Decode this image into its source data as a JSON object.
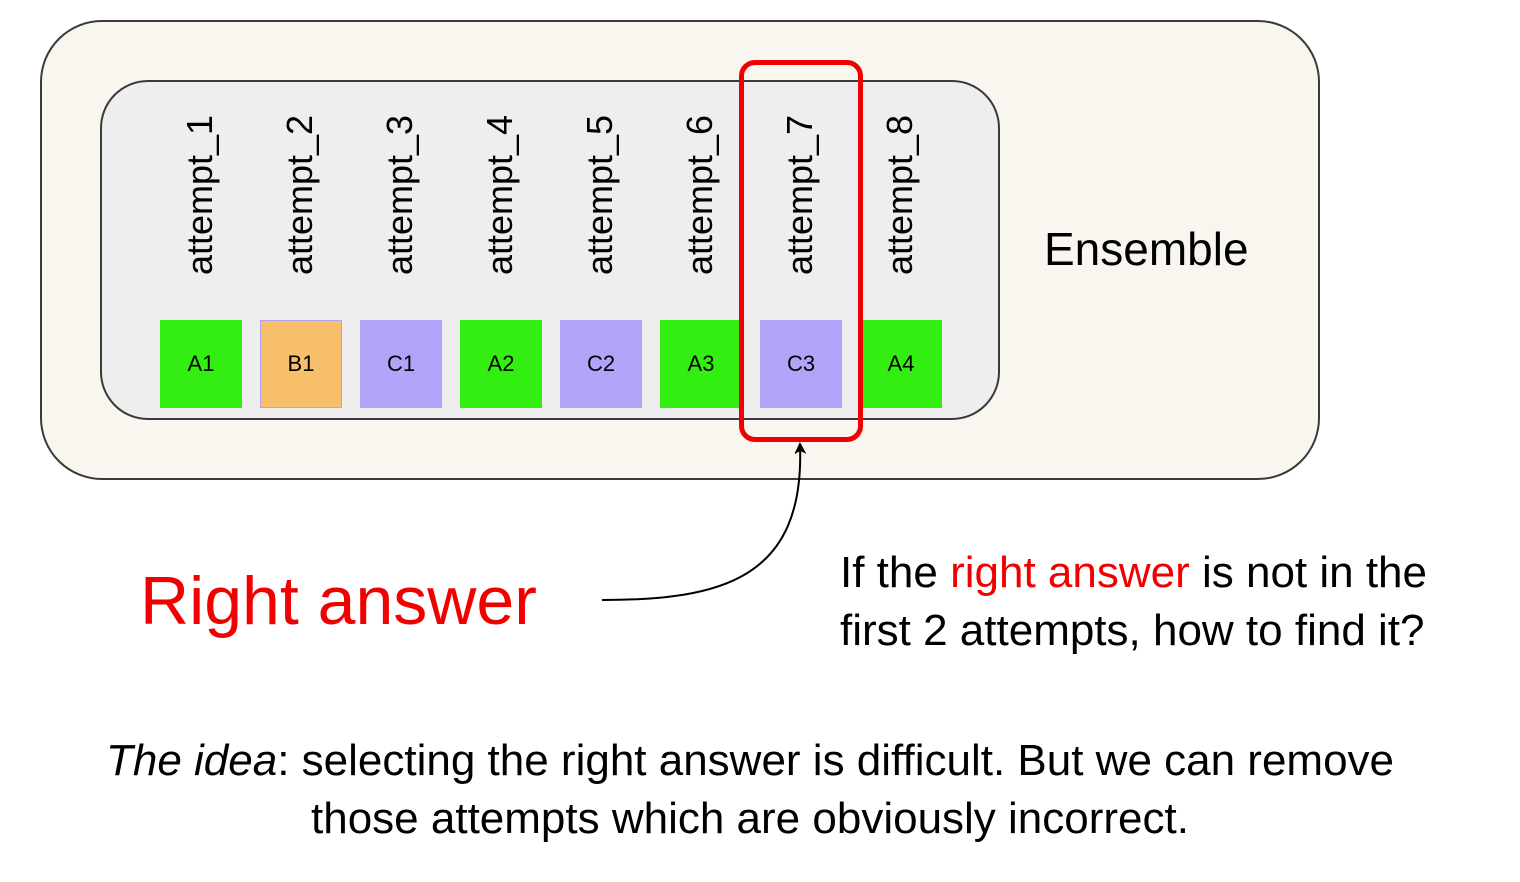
{
  "ensemble_label": "Ensemble",
  "attempts": [
    {
      "label": "attempt_1",
      "answer": "A1",
      "color": "#33ee11"
    },
    {
      "label": "attempt_2",
      "answer": "B1",
      "color": "#f7bf6a"
    },
    {
      "label": "attempt_3",
      "answer": "C1",
      "color": "#b2a2f8"
    },
    {
      "label": "attempt_4",
      "answer": "A2",
      "color": "#33ee11"
    },
    {
      "label": "attempt_5",
      "answer": "C2",
      "color": "#b2a2f8"
    },
    {
      "label": "attempt_6",
      "answer": "A3",
      "color": "#33ee11"
    },
    {
      "label": "attempt_7",
      "answer": "C3",
      "color": "#b2a2f8"
    },
    {
      "label": "attempt_8",
      "answer": "A4",
      "color": "#33ee11"
    }
  ],
  "highlighted_attempt": "attempt_7",
  "right_answer_label": "Right answer",
  "question": {
    "prefix": "If the ",
    "highlight": "right answer",
    "line1_suffix": " is not in the",
    "line2": "first 2 attempts, how to find it?"
  },
  "idea": {
    "lead": "The idea",
    "line1_rest": ": selecting the right answer is difficult. But we can remove",
    "line2": "those attempts which are obviously incorrect."
  },
  "colors": {
    "highlight": "#f00000",
    "outer_fill": "#f8f6ee",
    "inner_fill": "#eeeeee"
  }
}
